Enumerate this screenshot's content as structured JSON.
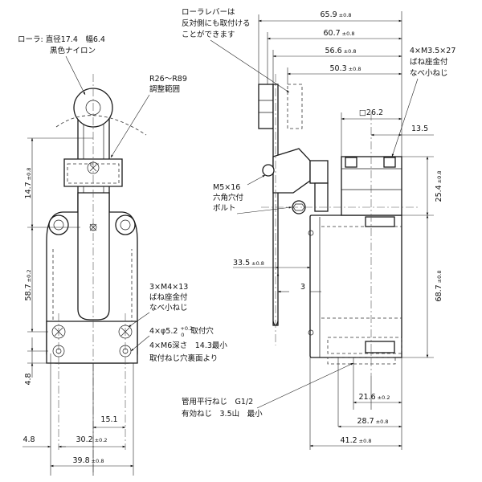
{
  "notes": {
    "roller_1": "ローラ: 直径17.4　幅6.4",
    "roller_2": "黒色ナイロン",
    "range_1": "R26～R89",
    "range_2": "調整範囲",
    "lever_1": "ローラレバーは",
    "lever_2": "反対側にも取付ける",
    "lever_3": "ことができます",
    "screw_top_1": "4×M3.5×27",
    "screw_top_2": "ばね座金付",
    "screw_top_3": "なべ小ねじ",
    "bolt_1": "M5×16",
    "bolt_2": "六角穴付",
    "bolt_3": "ボルト",
    "screw_front_1": "3×M4×13",
    "screw_front_2": "ばね座金付",
    "screw_front_3": "なべ小ねじ",
    "hole_1a": "4×φ5.2",
    "hole_1b": "+0.2",
    "hole_1c": "0",
    "hole_1d": "取付穴",
    "hole_2": "4×M6深さ　14.3最小",
    "hole_3": "取付ねじ穴裏面より",
    "conduit_1": "管用平行ねじ　G1/2",
    "conduit_2": "有効ねじ　3.5山　最小"
  },
  "dimensions": {
    "d65_9": {
      "value": "65.9",
      "tol": "±0.8"
    },
    "d60_7": {
      "value": "60.7",
      "tol": "±0.8"
    },
    "d56_6": {
      "value": "56.6",
      "tol": "±0.8"
    },
    "d50_3": {
      "value": "50.3",
      "tol": "±0.8"
    },
    "d26_2": {
      "value": "□26.2",
      "tol": ""
    },
    "d13_5": {
      "value": "13.5",
      "tol": ""
    },
    "d25_4": {
      "value": "25.4",
      "tol": "±0.8"
    },
    "d68_7": {
      "value": "68.7",
      "tol": "±0.8"
    },
    "d33_5": {
      "value": "33.5",
      "tol": "±0.8"
    },
    "d3": {
      "value": "3",
      "tol": ""
    },
    "d21_6": {
      "value": "21.6",
      "tol": "±0.2"
    },
    "d28_7": {
      "value": "28.7",
      "tol": "±0.8"
    },
    "d41_2": {
      "value": "41.2",
      "tol": "±0.8"
    },
    "d14_7": {
      "value": "14.7",
      "tol": "±0.8"
    },
    "d58_7": {
      "value": "58.7",
      "tol": "±0.2"
    },
    "d4_8v": {
      "value": "4.8",
      "tol": ""
    },
    "d15_1": {
      "value": "15.1",
      "tol": ""
    },
    "d4_8h": {
      "value": "4.8",
      "tol": ""
    },
    "d30_2": {
      "value": "30.2",
      "tol": "±0.2"
    },
    "d39_8": {
      "value": "39.8",
      "tol": "±0.8"
    }
  }
}
